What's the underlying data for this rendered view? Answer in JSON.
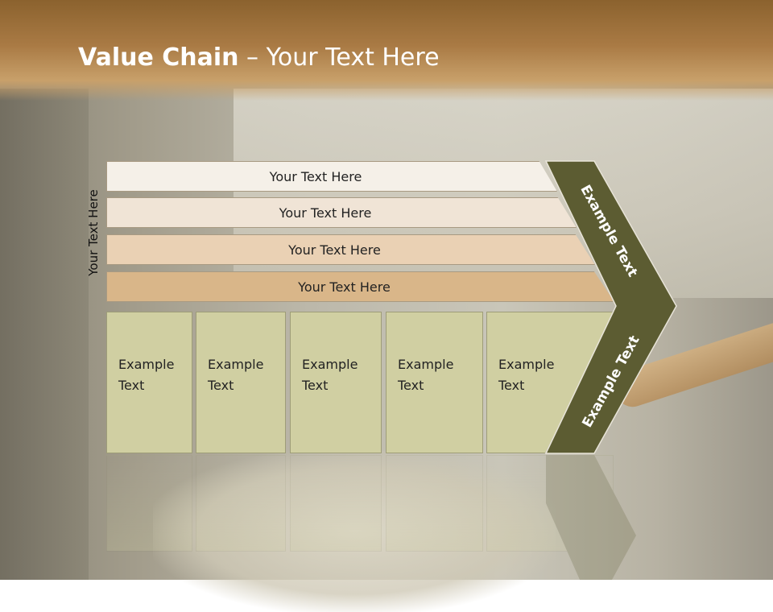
{
  "title": {
    "bold": "Value Chain",
    "rest": " – Your Text Here"
  },
  "side_label": "Your Text Here",
  "bars": [
    {
      "label": "Your Text Here"
    },
    {
      "label": "Your Text Here"
    },
    {
      "label": "Your Text Here"
    },
    {
      "label": "Your Text Here"
    }
  ],
  "boxes": [
    {
      "line1": "Example",
      "line2": "Text"
    },
    {
      "line1": "Example",
      "line2": "Text"
    },
    {
      "line1": "Example",
      "line2": "Text"
    },
    {
      "line1": "Example",
      "line2": "Text"
    },
    {
      "line1": "Example",
      "line2": "Text"
    }
  ],
  "arrow_upper_label": "Example Text",
  "arrow_lower_label": "Example Text",
  "colors": {
    "header": "#a97a44",
    "bar_1": "#f5f0e8",
    "bar_2": "#f0e4d6",
    "bar_3": "#ead1b4",
    "bar_4": "#d9b689",
    "box": "#d0cfa2",
    "chevron": "#5c5c32"
  }
}
